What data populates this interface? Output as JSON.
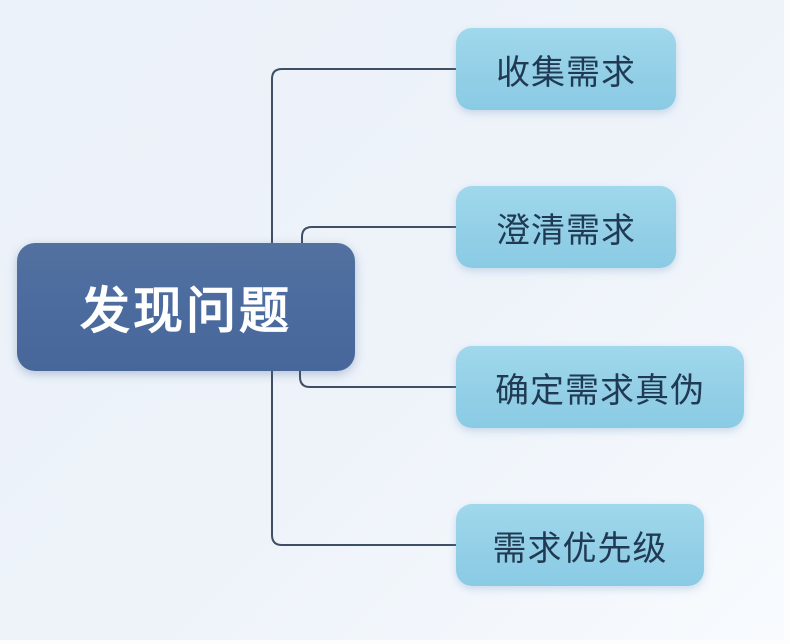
{
  "diagram": {
    "type": "mindmap",
    "root": {
      "label": "发现问题"
    },
    "children": [
      {
        "label": "收集需求"
      },
      {
        "label": "澄清需求"
      },
      {
        "label": "确定需求真伪"
      },
      {
        "label": "需求优先级"
      }
    ],
    "colors": {
      "background": "#eef3fa",
      "root-fill": "#4c6ca0",
      "root-text": "#ffffff",
      "child-fill": "#94d0e7",
      "child-text": "#1f3a52",
      "line": "#3e4f65"
    }
  }
}
